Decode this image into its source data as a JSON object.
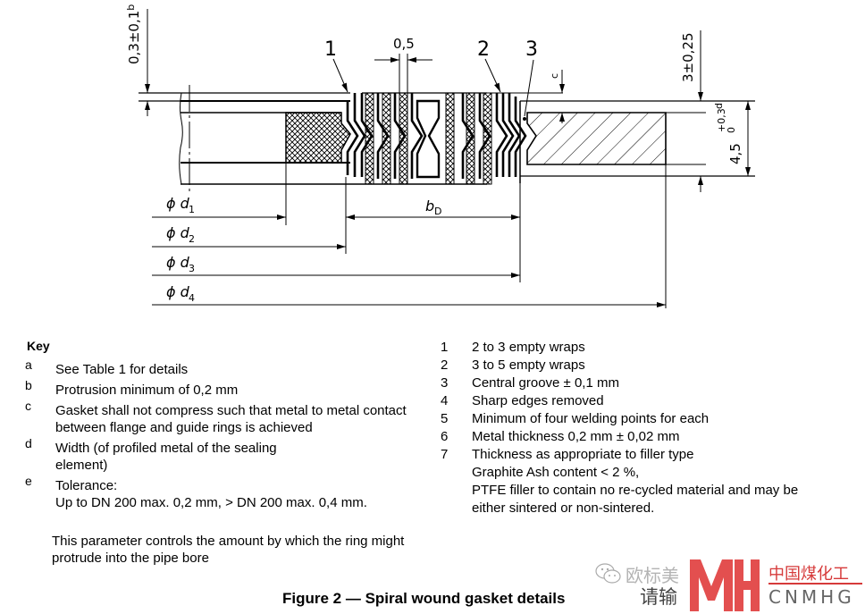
{
  "drawing": {
    "callouts": [
      "1",
      "2",
      "3"
    ],
    "dimensions": {
      "protrusion": "0,3±0,1",
      "protrusion_note": "b",
      "groove_width": "0,5",
      "guide_ring_thickness": "3±0,25",
      "sealing_thickness": "4,5",
      "sealing_tol_upper": "+0,3",
      "sealing_tol_lower": "0",
      "sealing_note": "d",
      "compress_note": "c",
      "d1_label": "ϕ d",
      "d1_sub": "1",
      "d2_label": "ϕ d",
      "d2_sub": "2",
      "d3_label": "ϕ d",
      "d3_sub": "3",
      "d4_label": "ϕ d",
      "d4_sub": "4",
      "bd_label": "b",
      "bd_sub": "D"
    }
  },
  "key": {
    "title": "Key",
    "letters": [
      {
        "letter": "a",
        "text": "See Table 1 for details"
      },
      {
        "letter": "b",
        "text": "Protrusion minimum of 0,2 mm"
      },
      {
        "letter": "c",
        "text": "Gasket shall not compress such that metal to metal contact between flange and guide rings is achieved"
      },
      {
        "letter": "d",
        "text": "Width (of profiled metal of the sealing element)"
      },
      {
        "letter": "e",
        "text": "Tolerance:",
        "text2": "Up to DN 200 max. 0,2 mm, > DN 200 max. 0,4 mm."
      }
    ],
    "note": "This parameter controls the amount by which the ring might protrude into the pipe bore",
    "numbers": [
      {
        "num": "1",
        "text": "2 to 3 empty wraps"
      },
      {
        "num": "2",
        "text": "3 to 5 empty wraps"
      },
      {
        "num": "3",
        "text": "Central groove ± 0,1 mm"
      },
      {
        "num": "4",
        "text": "Sharp edges removed"
      },
      {
        "num": "5",
        "text": "Minimum of four welding points for each"
      },
      {
        "num": "6",
        "text": "Metal thickness 0,2 mm ± 0,02 mm"
      },
      {
        "num": "7",
        "text": "Thickness as appropriate to filler type"
      },
      {
        "num": "",
        "text": "Graphite Ash content  < 2 %,"
      },
      {
        "num": "",
        "text": "PTFE filler to contain no re-cycled material and may be"
      },
      {
        "num": "",
        "text": "either sintered or non-sintered."
      }
    ]
  },
  "caption": "Figure 2 — Spiral wound gasket details",
  "watermark": {
    "line1": "欧标美",
    "line2": "请输",
    "brand_cn": "中国煤化工",
    "brand_en": "CNMHG",
    "brand_color": "#d63a3a"
  }
}
